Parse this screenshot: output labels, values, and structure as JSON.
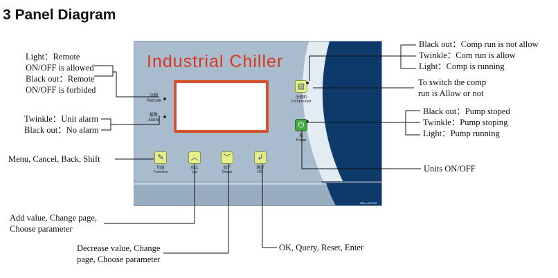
{
  "heading": "3 Panel Diagram",
  "panel": {
    "title": "Industrial  Chiller",
    "remote_label_cn": "远程",
    "remote_label_en": "Remote",
    "alarm_label_cn": "报警",
    "alarm_label_en": "Alarm",
    "compressor_label_cn": "压缩机",
    "compressor_label_en": "Compressor",
    "pump_label_cn": "泵",
    "pump_label_en": "Pump",
    "buttons": {
      "function_cn": "功能",
      "function_en": "Function",
      "up_cn": "向上",
      "up_en": "Up",
      "down_cn": "向下",
      "down_en": "Down",
      "ok_cn": "确定",
      "ok_en": "OK"
    },
    "model_code": "SDL-LAH-NI2"
  },
  "annotations": {
    "remote_1": "Light：Remote",
    "remote_2": "ON/OFF is allowed",
    "remote_3": "Black out：Remote",
    "remote_4": "ON/OFF is forbided",
    "alarm_1": "Twinkle：Unit alarm",
    "alarm_2": "Black out：No alarm",
    "menu": "Menu, Cancel, Back, Shift",
    "add_1": "Add value, Change page,",
    "add_2": "Choose parameter",
    "dec_1": "Decrease value, Change",
    "dec_2": "page, Choose parameter",
    "ok": "OK, Query, Reset, Enter",
    "comp_1": "Black out：Comp run is not allow",
    "comp_2": "Twinkle：Com run is allow",
    "comp_3": "Light：Comp is running",
    "switch_1": "To switch the comp",
    "switch_2": "run is Allow or not",
    "pump_1": "Black out：Pump stoped",
    "pump_2": "Twinkle：Pump stoping",
    "pump_3": "Light：Pump running",
    "units": "Units ON/OFF"
  }
}
